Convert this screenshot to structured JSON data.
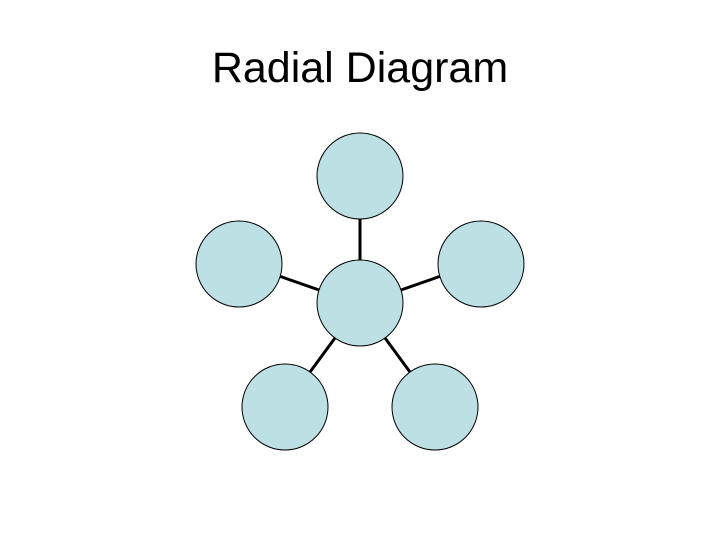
{
  "slide": {
    "title": "Radial Diagram"
  },
  "diagram": {
    "type": "radial",
    "node_fill": "#bde0e4",
    "node_stroke": "#000000",
    "connector_color": "#000000",
    "hub": {
      "label": ""
    },
    "spokes": [
      {
        "id": "top",
        "label": ""
      },
      {
        "id": "right",
        "label": ""
      },
      {
        "id": "bottom-right",
        "label": ""
      },
      {
        "id": "bottom-left",
        "label": ""
      },
      {
        "id": "left",
        "label": ""
      }
    ]
  }
}
